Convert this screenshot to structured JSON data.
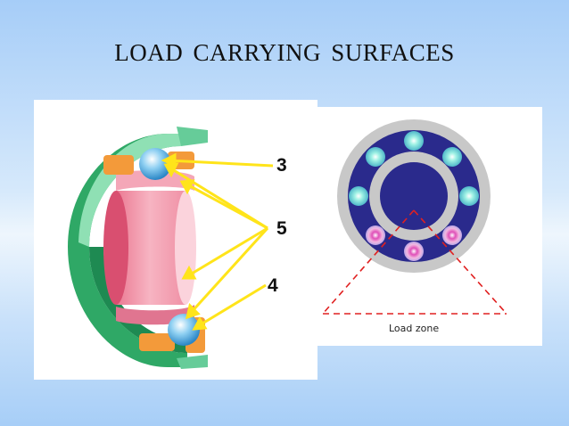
{
  "slide": {
    "title": "LOAD  CARRYING  SURFACES"
  },
  "bearing_diagram": {
    "callouts": [
      "3",
      "5",
      "4"
    ]
  },
  "load_zone_diagram": {
    "caption": "Load zone"
  }
}
